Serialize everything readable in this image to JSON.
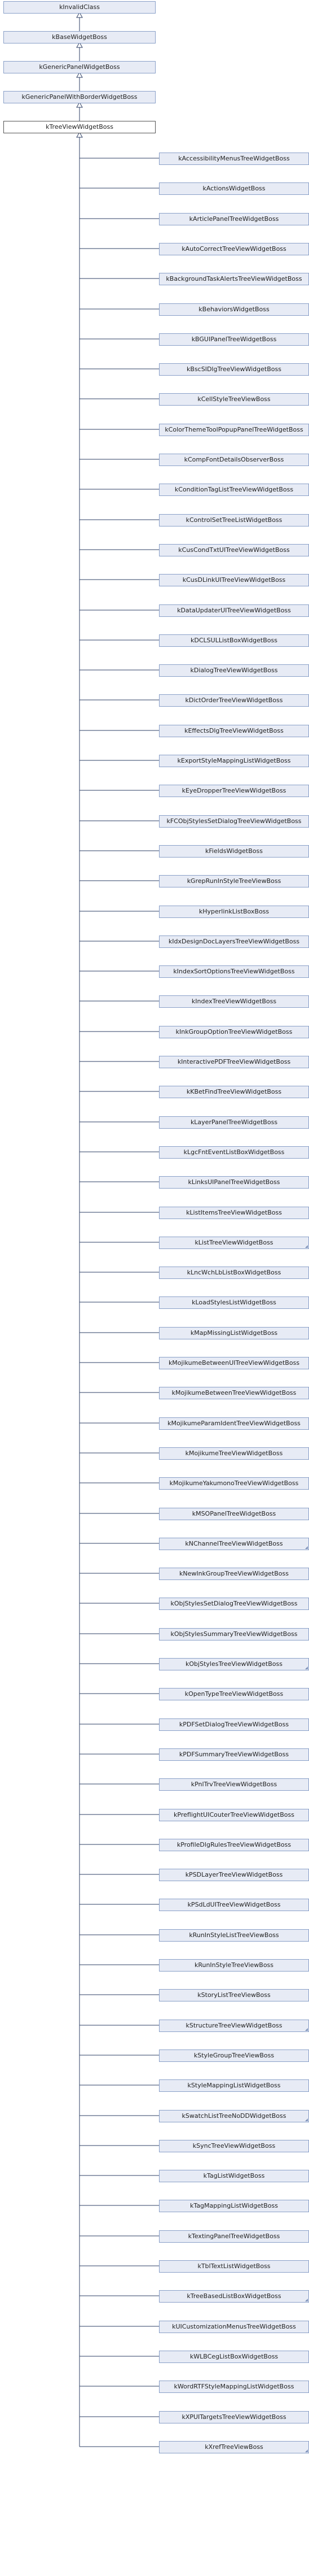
{
  "hierarchy": [
    "kInvalidClass",
    "kBaseWidgetBoss",
    "kGenericPanelWidgetBoss",
    "kGenericPanelWithBorderWidgetBoss",
    "kTreeViewWidgetBoss"
  ],
  "current_class": "kTreeViewWidgetBoss",
  "subclasses": [
    {
      "name": "kAccessibilityMenusTreeWidgetBoss",
      "truncated_marker": false
    },
    {
      "name": "kActionsWidgetBoss",
      "truncated_marker": false
    },
    {
      "name": "kArticlePanelTreeWidgetBoss",
      "truncated_marker": false
    },
    {
      "name": "kAutoCorrectTreeViewWidgetBoss",
      "truncated_marker": false
    },
    {
      "name": "kBackgroundTaskAlertsTreeViewWidgetBoss",
      "truncated_marker": false
    },
    {
      "name": "kBehaviorsWidgetBoss",
      "truncated_marker": false
    },
    {
      "name": "kBGUIPanelTreeWidgetBoss",
      "truncated_marker": false
    },
    {
      "name": "kBscSIDlgTreeViewWidgetBoss",
      "truncated_marker": false
    },
    {
      "name": "kCellStyleTreeViewBoss",
      "truncated_marker": false
    },
    {
      "name": "kColorThemeToolPopupPanelTreeWidgetBoss",
      "truncated_marker": false
    },
    {
      "name": "kCompFontDetailsObserverBoss",
      "truncated_marker": false
    },
    {
      "name": "kConditionTagListTreeViewWidgetBoss",
      "truncated_marker": false
    },
    {
      "name": "kControlSetTreeListWidgetBoss",
      "truncated_marker": false
    },
    {
      "name": "kCusCondTxtUITreeViewWidgetBoss",
      "truncated_marker": false
    },
    {
      "name": "kCusDLinkUITreeViewWidgetBoss",
      "truncated_marker": false
    },
    {
      "name": "kDataUpdaterUITreeViewWidgetBoss",
      "truncated_marker": false
    },
    {
      "name": "kDCLSULListBoxWidgetBoss",
      "truncated_marker": false
    },
    {
      "name": "kDialogTreeViewWidgetBoss",
      "truncated_marker": false
    },
    {
      "name": "kDictOrderTreeViewWidgetBoss",
      "truncated_marker": false
    },
    {
      "name": "kEffectsDlgTreeViewWidgetBoss",
      "truncated_marker": false
    },
    {
      "name": "kExportStyleMappingListWidgetBoss",
      "truncated_marker": false
    },
    {
      "name": "kEyeDropperTreeViewWidgetBoss",
      "truncated_marker": false
    },
    {
      "name": "kFCObjStylesSetDialogTreeViewWidgetBoss",
      "truncated_marker": false
    },
    {
      "name": "kFieldsWidgetBoss",
      "truncated_marker": false
    },
    {
      "name": "kGrepRunInStyleTreeViewBoss",
      "truncated_marker": false
    },
    {
      "name": "kHyperlinkListBoxBoss",
      "truncated_marker": false
    },
    {
      "name": "kIdxDesignDocLayersTreeViewWidgetBoss",
      "truncated_marker": false
    },
    {
      "name": "kIndexSortOptionsTreeViewWidgetBoss",
      "truncated_marker": false
    },
    {
      "name": "kIndexTreeViewWidgetBoss",
      "truncated_marker": false
    },
    {
      "name": "kInkGroupOptionTreeViewWidgetBoss",
      "truncated_marker": false
    },
    {
      "name": "kInteractivePDFTreeViewWidgetBoss",
      "truncated_marker": false
    },
    {
      "name": "kKBetFindTreeViewWidgetBoss",
      "truncated_marker": false
    },
    {
      "name": "kLayerPanelTreeWidgetBoss",
      "truncated_marker": false
    },
    {
      "name": "kLgcFntEventListBoxWidgetBoss",
      "truncated_marker": false
    },
    {
      "name": "kLinksUIPanelTreeWidgetBoss",
      "truncated_marker": false
    },
    {
      "name": "kListItemsTreeViewWidgetBoss",
      "truncated_marker": false
    },
    {
      "name": "kListTreeViewWidgetBoss",
      "truncated_marker": true
    },
    {
      "name": "kLncWchLbListBoxWidgetBoss",
      "truncated_marker": false
    },
    {
      "name": "kLoadStylesListWidgetBoss",
      "truncated_marker": false
    },
    {
      "name": "kMapMissingListWidgetBoss",
      "truncated_marker": false
    },
    {
      "name": "kMojikumeBetweenUITreeViewWidgetBoss",
      "truncated_marker": false
    },
    {
      "name": "kMojikumeBetweenTreeViewWidgetBoss",
      "truncated_marker": false
    },
    {
      "name": "kMojikumeParamIdentTreeViewWidgetBoss",
      "truncated_marker": false
    },
    {
      "name": "kMojikumeTreeViewWidgetBoss",
      "truncated_marker": false
    },
    {
      "name": "kMojikumeYakumonoTreeViewWidgetBoss",
      "truncated_marker": false
    },
    {
      "name": "kMSOPanelTreeWidgetBoss",
      "truncated_marker": false
    },
    {
      "name": "kNChannelTreeViewWidgetBoss",
      "truncated_marker": true
    },
    {
      "name": "kNewInkGroupTreeViewWidgetBoss",
      "truncated_marker": false
    },
    {
      "name": "kObjStylesSetDialogTreeViewWidgetBoss",
      "truncated_marker": false
    },
    {
      "name": "kObjStylesSummaryTreeViewWidgetBoss",
      "truncated_marker": false
    },
    {
      "name": "kObjStylesTreeViewWidgetBoss",
      "truncated_marker": true
    },
    {
      "name": "kOpenTypeTreeViewWidgetBoss",
      "truncated_marker": false
    },
    {
      "name": "kPDFSetDialogTreeViewWidgetBoss",
      "truncated_marker": false
    },
    {
      "name": "kPDFSummaryTreeViewWidgetBoss",
      "truncated_marker": false
    },
    {
      "name": "kPnlTrvTreeViewWidgetBoss",
      "truncated_marker": false
    },
    {
      "name": "kPreflightUICouterTreeViewWidgetBoss",
      "truncated_marker": false
    },
    {
      "name": "kProfileDlgRulesTreeViewWidgetBoss",
      "truncated_marker": false
    },
    {
      "name": "kPSDLayerTreeViewWidgetBoss",
      "truncated_marker": false
    },
    {
      "name": "kPSdLdUITreeViewWidgetBoss",
      "truncated_marker": false
    },
    {
      "name": "kRunInStyleListTreeViewBoss",
      "truncated_marker": false
    },
    {
      "name": "kRunInStyleTreeViewBoss",
      "truncated_marker": false
    },
    {
      "name": "kStoryListTreeViewBoss",
      "truncated_marker": false
    },
    {
      "name": "kStructureTreeViewWidgetBoss",
      "truncated_marker": true
    },
    {
      "name": "kStyleGroupTreeViewBoss",
      "truncated_marker": false
    },
    {
      "name": "kStyleMappingListWidgetBoss",
      "truncated_marker": false
    },
    {
      "name": "kSwatchListTreeNoDDWidgetBoss",
      "truncated_marker": true
    },
    {
      "name": "kSyncTreeViewWidgetBoss",
      "truncated_marker": false
    },
    {
      "name": "kTagListWidgetBoss",
      "truncated_marker": false
    },
    {
      "name": "kTagMappingListWidgetBoss",
      "truncated_marker": false
    },
    {
      "name": "kTextingPanelTreeWidgetBoss",
      "truncated_marker": false
    },
    {
      "name": "kTblTextListWidgetBoss",
      "truncated_marker": false
    },
    {
      "name": "kTreeBasedListBoxWidgetBoss",
      "truncated_marker": true
    },
    {
      "name": "kUICustomizationMenusTreeWidgetBoss",
      "truncated_marker": false
    },
    {
      "name": "kWLBCegListBoxWidgetBoss",
      "truncated_marker": false
    },
    {
      "name": "kWordRTFStyleMappingListWidgetBoss",
      "truncated_marker": false
    },
    {
      "name": "kXPUITargetsTreeViewWidgetBoss",
      "truncated_marker": false
    },
    {
      "name": "kXrefTreeViewBoss",
      "truncated_marker": true
    }
  ],
  "colors": {
    "box_fill": "#e7ebf5",
    "box_border": "#8aa0c8",
    "current_fill": "#ffffff",
    "current_border": "#555555",
    "connector": "#2e3f64",
    "text": "#222222"
  }
}
